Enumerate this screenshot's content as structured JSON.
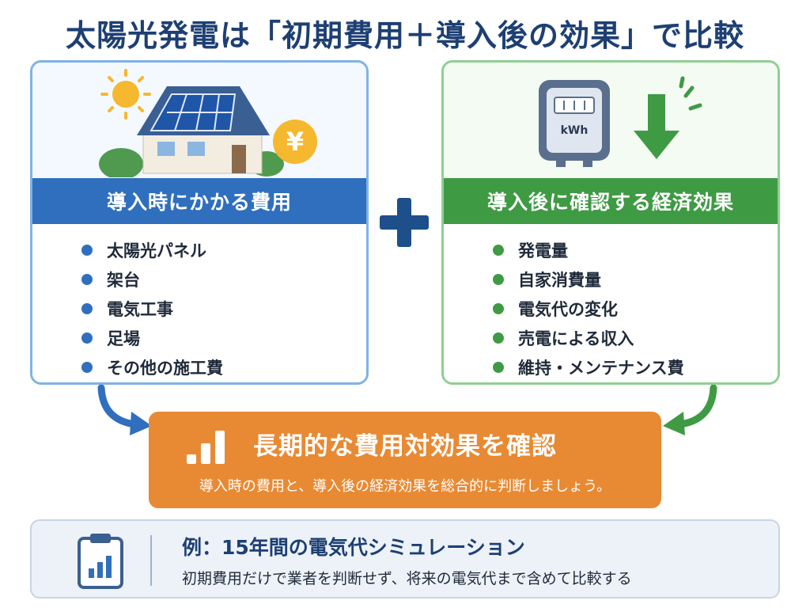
{
  "title": "太陽光発電は「初期費用＋導入後の効果」で比較",
  "left_panel": {
    "header": "導入時にかかる費用",
    "items": [
      "太陽光パネル",
      "架台",
      "電気工事",
      "足場",
      "その他の施工費"
    ],
    "icons": [
      "sun-icon",
      "house-with-solar-panel-icon",
      "yen-coin-icon"
    ],
    "yen_symbol": "¥"
  },
  "right_panel": {
    "header": "導入後に確認する経済効果",
    "items": [
      "発電量",
      "自家消費量",
      "電気代の変化",
      "売電による収入",
      "維持・メンテナンス費"
    ],
    "icons": [
      "electric-meter-icon",
      "down-arrow-icon"
    ],
    "meter_label": "kWh"
  },
  "result": {
    "heading": "長期的な費用対効果を確認",
    "subtext": "導入時の費用と、導入後の経済効果を総合的に判断しましょう。"
  },
  "example": {
    "title": "例：15年間の電気代シミュレーション",
    "subtext": "初期費用だけで業者を判断せず、将来の電気代まで含めて比較する"
  },
  "colors": {
    "title": "#1d3f73",
    "left_accent": "#2f6fbd",
    "right_accent": "#3f9a44",
    "orange": "#e88a33",
    "plus": "#1d4f8a"
  }
}
